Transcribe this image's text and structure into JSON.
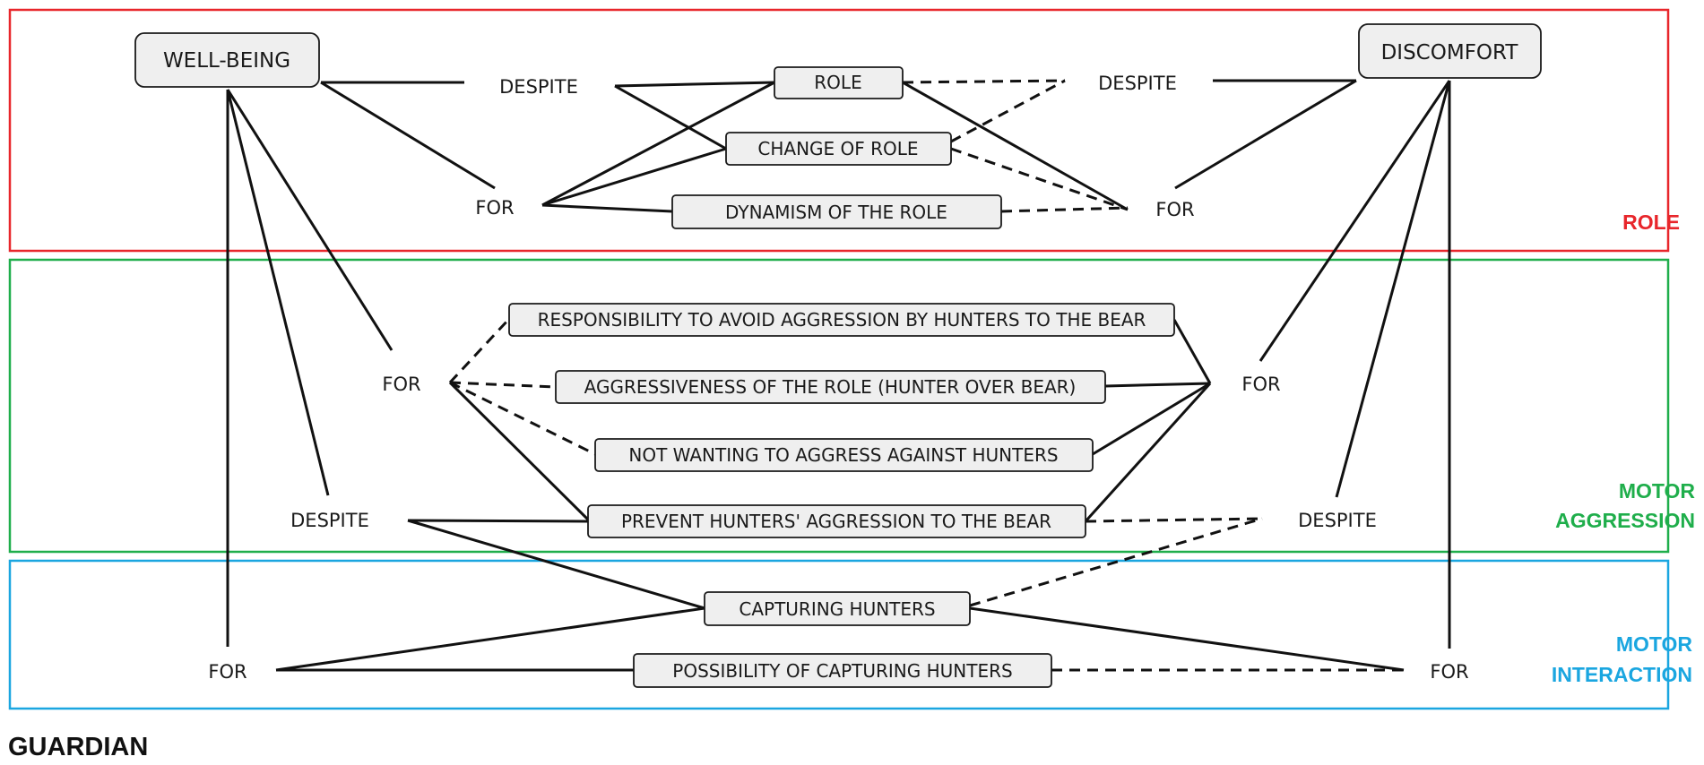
{
  "colors": {
    "role": "#e8262b",
    "motor_aggression": "#1fae4b",
    "motor_interaction": "#1aa6e0",
    "ink": "#111111",
    "node_fill": "#efefef"
  },
  "bands": {
    "role": "ROLE",
    "motor_aggression_line1": "MOTOR",
    "motor_aggression_line2": "AGGRESSION",
    "motor_interaction_line1": "MOTOR",
    "motor_interaction_line2": "INTERACTION"
  },
  "footer": "GUARDIAN",
  "poles": {
    "wellbeing": "WELL-BEING",
    "discomfort": "DISCOMFORT"
  },
  "connectors": {
    "despite": "DESPITE",
    "for": "FOR"
  },
  "nodes": {
    "role": "ROLE",
    "change_of_role": "CHANGE OF ROLE",
    "dynamism_of_role": "DYNAMISM OF THE ROLE",
    "responsibility": "RESPONSIBILITY TO AVOID AGGRESSION BY HUNTERS TO THE BEAR",
    "aggressiveness": "AGGRESSIVENESS OF THE ROLE (HUNTER OVER BEAR)",
    "not_wanting": "NOT WANTING TO AGGRESS AGAINST HUNTERS",
    "prevent": "PREVENT HUNTERS' AGGRESSION TO THE BEAR",
    "capturing": "CAPTURING HUNTERS",
    "possibility": "POSSIBILITY OF CAPTURING HUNTERS"
  }
}
